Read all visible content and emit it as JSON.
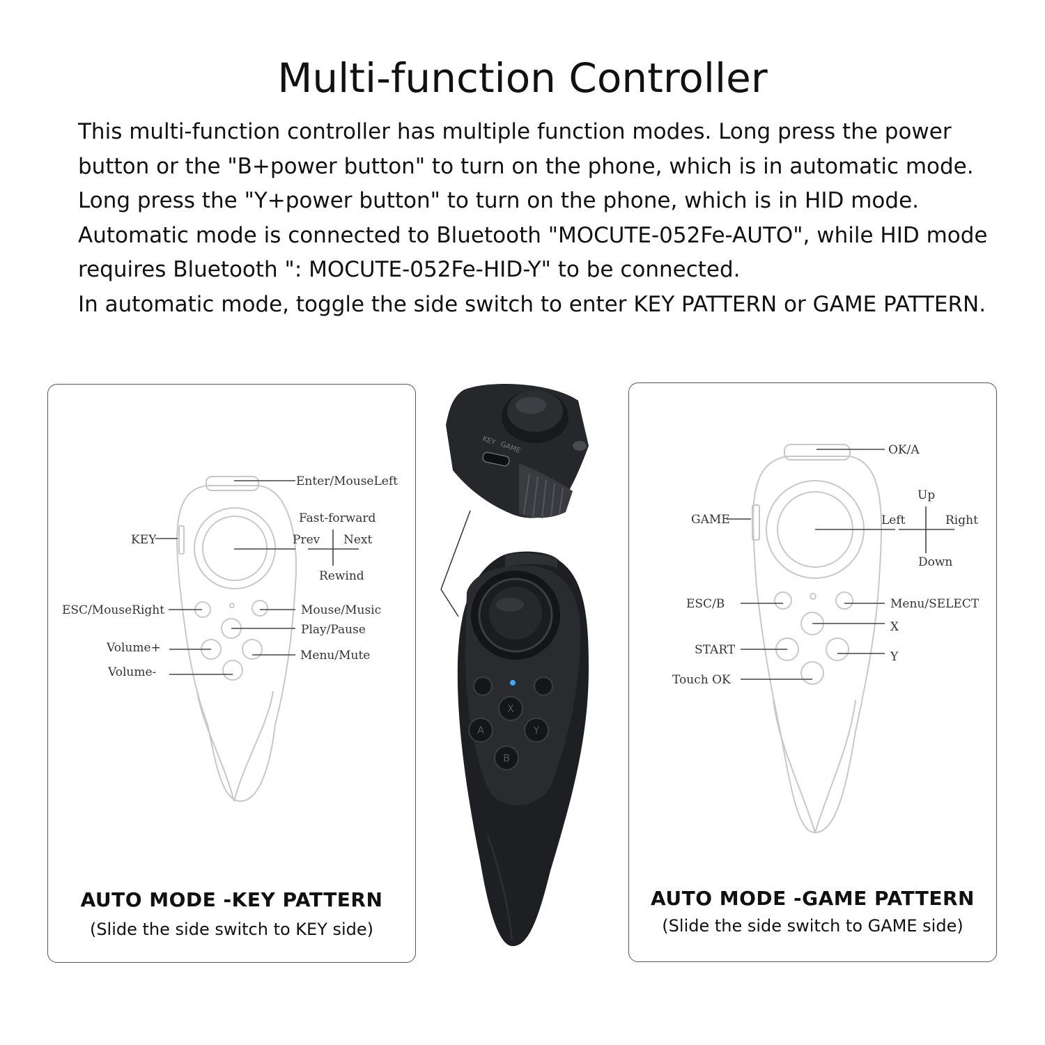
{
  "header": {
    "title": "Multi-function Controller",
    "paragraphs": [
      "This multi-function controller has multiple function modes. Long press the power button or the \"B+power button\" to turn on the phone, which is in automatic mode. Long press the \"Y+power button\" to turn on the phone, which is in HID mode. Automatic mode is connected to Bluetooth \"MOCUTE-052Fe-AUTO\", while HID mode requires Bluetooth \": MOCUTE-052Fe-HID-Y\" to be connected.",
      "In automatic mode, toggle the side switch to enter KEY PATTERN or GAME PATTERN."
    ]
  },
  "key_panel": {
    "caption_title": "AUTO MODE -KEY PATTERN",
    "caption_sub": "(Slide the side switch to KEY side)",
    "labels": {
      "enter": "Enter/MouseLeft",
      "key": "KEY",
      "fast_forward": "Fast-forward",
      "prev": "Prev",
      "next": "Next",
      "rewind": "Rewind",
      "esc": "ESC/MouseRight",
      "mouse_music": "Mouse/Music",
      "play_pause": "Play/Pause",
      "volume_up": "Volume+",
      "volume_down": "Volume-",
      "menu_mute": "Menu/Mute"
    }
  },
  "game_panel": {
    "caption_title": "AUTO MODE -GAME PATTERN",
    "caption_sub": "(Slide the side switch to GAME side)",
    "labels": {
      "ok_a": "OK/A",
      "up": "Up",
      "game": "GAME",
      "left": "Left",
      "right": "Right",
      "down": "Down",
      "esc_b": "ESC/B",
      "menu_select": "Menu/SELECT",
      "x": "X",
      "start": "START",
      "y": "Y",
      "touch_ok": "Touch OK"
    }
  },
  "device_photo": {
    "switch_key": "KEY",
    "switch_game": "GAME",
    "btn_a": "A",
    "btn_b": "B",
    "btn_x": "X",
    "btn_y": "Y"
  },
  "colors": {
    "diagram_line": "#c8c8c8",
    "label_text": "#333333",
    "device_body": "#1e1f22",
    "device_highlight": "#3a3b40",
    "led": "#3fa9ff"
  }
}
